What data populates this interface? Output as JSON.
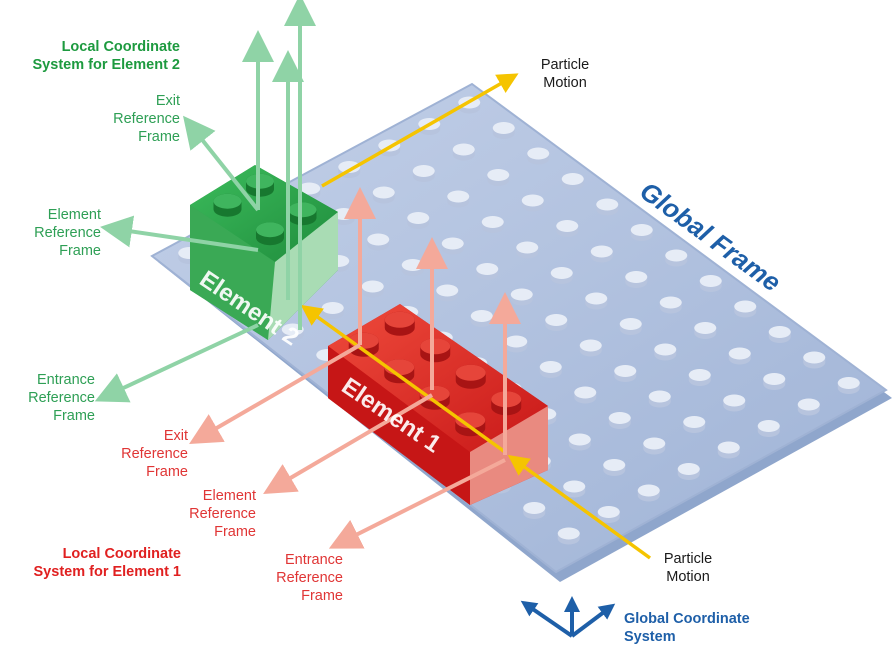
{
  "labels": {
    "local_cs_element2_line1": "Local Coordinate",
    "local_cs_element2_line2": "System for Element 2",
    "exit_rf_2": [
      "Exit",
      "Reference",
      "Frame"
    ],
    "element_rf_2": [
      "Element",
      "Reference",
      "Frame"
    ],
    "entrance_rf_2": [
      "Entrance",
      "Reference",
      "Frame"
    ],
    "exit_rf_1": [
      "Exit",
      "Reference",
      "Frame"
    ],
    "element_rf_1": [
      "Element",
      "Reference",
      "Frame"
    ],
    "entrance_rf_1": [
      "Entrance",
      "Reference",
      "Frame"
    ],
    "local_cs_element1_line1": "Local Coordinate",
    "local_cs_element1_line2": "System for Element 1",
    "particle_motion_top": [
      "Particle",
      "Motion"
    ],
    "particle_motion_bottom": [
      "Particle",
      "Motion"
    ],
    "global_cs": [
      "Global Coordinate",
      "System"
    ],
    "global_frame": "Global Frame",
    "element_1": "Element 1",
    "element_2": "Element 2"
  },
  "colors": {
    "green_arrow": "#8fd3a6",
    "green_text": "#2e9f55",
    "green_brick": "#2fa84f",
    "red_arrow": "#f4a99a",
    "red_text": "#e03535",
    "red_brick": "#d81f1f",
    "plate": "#aebfdc",
    "stud": "#dde5f2",
    "blue": "#1e5fa8",
    "yellow": "#f5c400"
  }
}
